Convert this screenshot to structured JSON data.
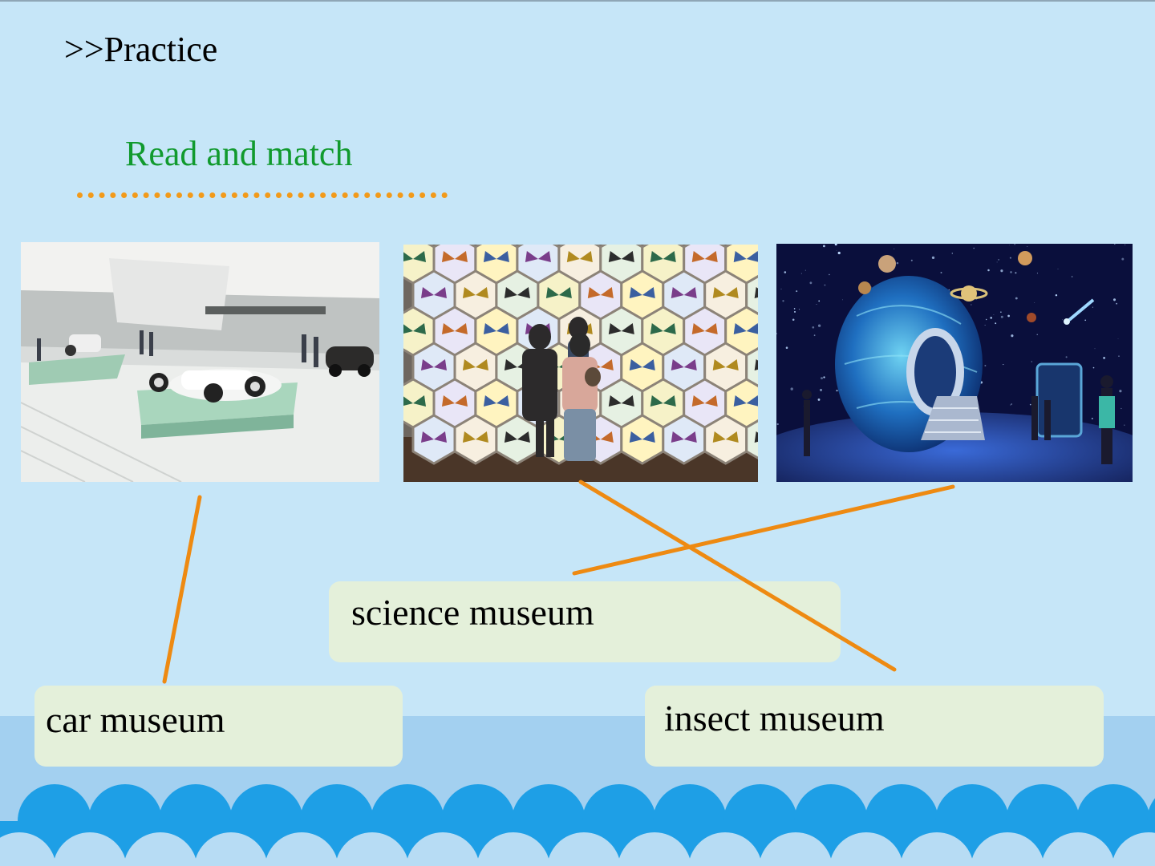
{
  "header": {
    "title": ">>Practice"
  },
  "activity": {
    "instruction": "Read and match"
  },
  "photos": [
    {
      "subject": "car exhibition hall"
    },
    {
      "subject": "insect display wall"
    },
    {
      "subject": "space and planet exhibit"
    }
  ],
  "labels": {
    "science": "science museum",
    "car": "car museum",
    "insect": "insect museum"
  },
  "matches": [
    {
      "photo": "car exhibition hall",
      "label": "car museum"
    },
    {
      "photo": "insect display wall",
      "label": "insect museum"
    },
    {
      "photo": "space and planet exhibit",
      "label": "science museum"
    }
  ],
  "colors": {
    "background": "#c6e6f8",
    "instruction_text": "#119a2e",
    "match_line": "#ee8a12",
    "label_box": "#e4f0da",
    "wave": "#1e9fe6"
  }
}
